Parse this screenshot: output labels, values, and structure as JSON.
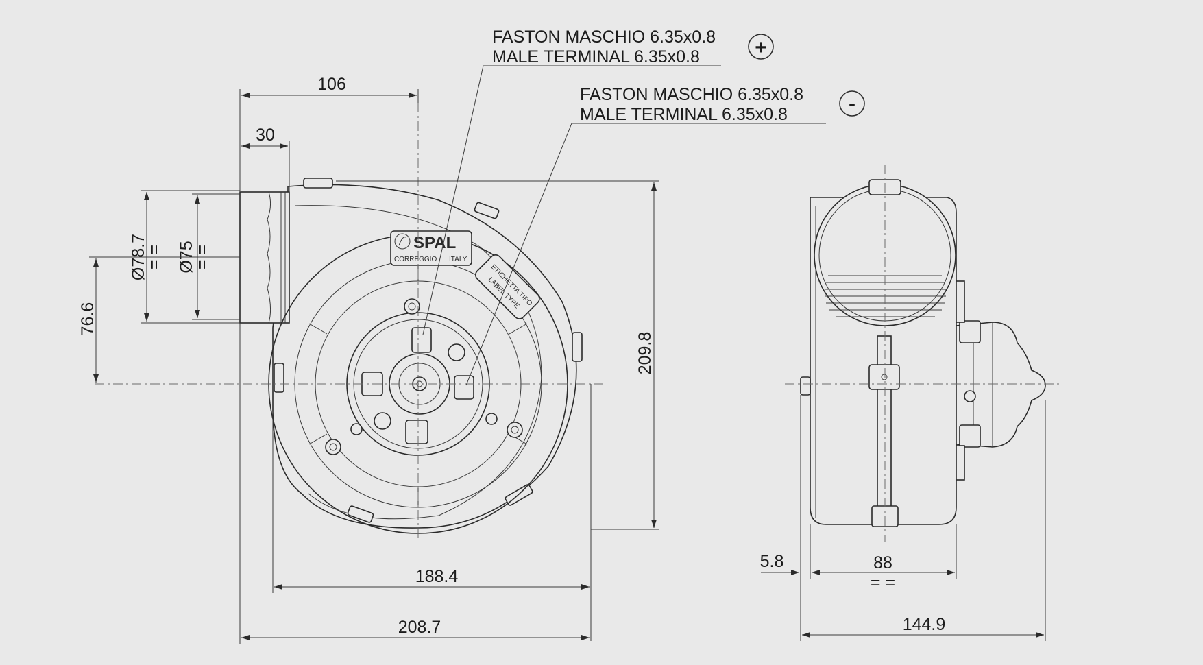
{
  "notes": {
    "positive": {
      "line1": "FASTON MASCHIO 6.35x0.8",
      "line2": "MALE TERMINAL 6.35x0.8",
      "symbol": "+"
    },
    "negative": {
      "line1": "FASTON MASCHIO 6.35x0.8",
      "line2": "MALE TERMINAL 6.35x0.8",
      "symbol": "-"
    }
  },
  "dimensions": {
    "d106": "106",
    "d30": "30",
    "d78_7": "Ø78.7",
    "d75": "Ø75",
    "d76_6": "76.6",
    "d209_8": "209.8",
    "d188_4": "188.4",
    "d208_7": "208.7",
    "d5_8": "5.8",
    "d88": "88",
    "d144_9": "144.9",
    "equal_mark": "= ="
  },
  "logo": {
    "brand": "SPAL",
    "left_text": "CORREGGIO",
    "right_text": "ITALY"
  },
  "label": {
    "line1": "ETICHETTA TIPO",
    "line2": "LABEL TYPE"
  },
  "colors": {
    "background": "#e9e9e9",
    "line": "#2b2b2b"
  }
}
